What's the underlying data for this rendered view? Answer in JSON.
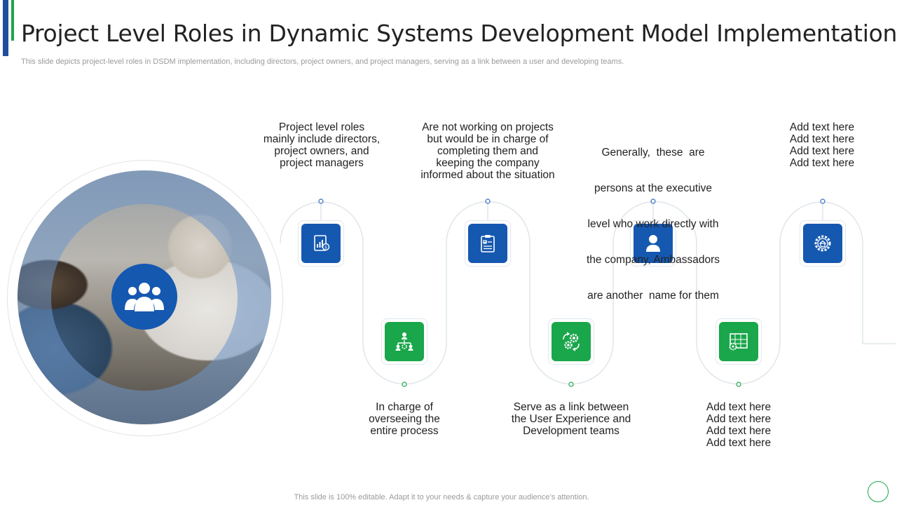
{
  "slide": {
    "title": "Project Level Roles in Dynamic Systems Development Model Implementation",
    "subtitle": "This slide depicts project-level roles in DSDM implementation, including directors, project owners, and project managers, serving as a link between a user and developing teams.",
    "footer": "This slide is 100% editable. Adapt it to your needs & capture your audience’s attention."
  },
  "colors": {
    "primary_blue": "#1558b0",
    "accent_green": "#1aa64a",
    "title_bar_blue": "#1f4e9c"
  },
  "roles": [
    {
      "position": "top",
      "icon": "report-chart-icon",
      "color": "blue",
      "lines": [
        "Project level roles",
        "mainly include directors,",
        "project owners, and",
        "project managers"
      ]
    },
    {
      "position": "bottom",
      "icon": "org-hierarchy-icon",
      "color": "green",
      "lines": [
        "In charge of",
        "overseeing the",
        "entire process"
      ]
    },
    {
      "position": "top",
      "icon": "clipboard-checklist-icon",
      "color": "blue",
      "lines": [
        "Are not working on projects",
        "but would be in charge of",
        "completing them and",
        "keeping the company",
        "informed about the situation"
      ]
    },
    {
      "position": "bottom",
      "icon": "gears-cycle-icon",
      "color": "green",
      "lines": [
        "Serve as a link between",
        "the User Experience and",
        "Development teams"
      ]
    },
    {
      "position": "top",
      "icon": "user-icon",
      "color": "blue",
      "lines": [
        "Generally,  these  are",
        "persons at the executive",
        "level who work directly with",
        "the company, Ambassadors",
        "are another  name for them"
      ]
    },
    {
      "position": "bottom",
      "icon": "blueprint-gear-icon",
      "color": "green",
      "lines": [
        "Add text here",
        "Add text here",
        "Add text here",
        "Add text here"
      ]
    },
    {
      "position": "top",
      "icon": "gear-house-icon",
      "color": "blue",
      "lines": [
        "Add text here",
        "Add text here",
        "Add text here",
        "Add text here"
      ]
    }
  ]
}
